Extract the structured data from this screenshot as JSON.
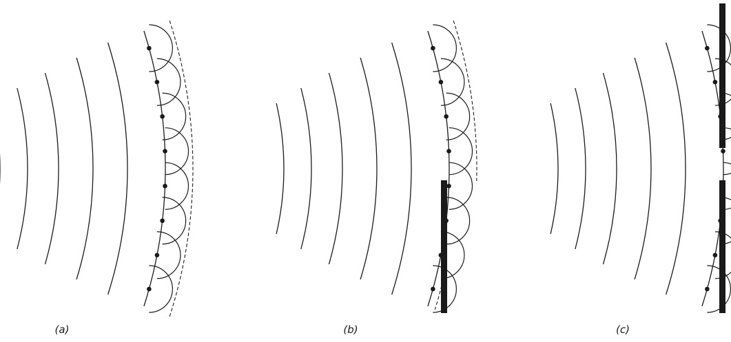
{
  "panels": [
    {
      "id": "a",
      "label": "(a)",
      "barrier": "none"
    },
    {
      "id": "b",
      "label": "(b)",
      "barrier": "edge"
    },
    {
      "id": "c",
      "label": "(c)",
      "barrier": "slit"
    }
  ],
  "colors": {
    "wave": "#1a1a1a",
    "barrier": "#1a1a1a",
    "background": "#ffffff"
  }
}
